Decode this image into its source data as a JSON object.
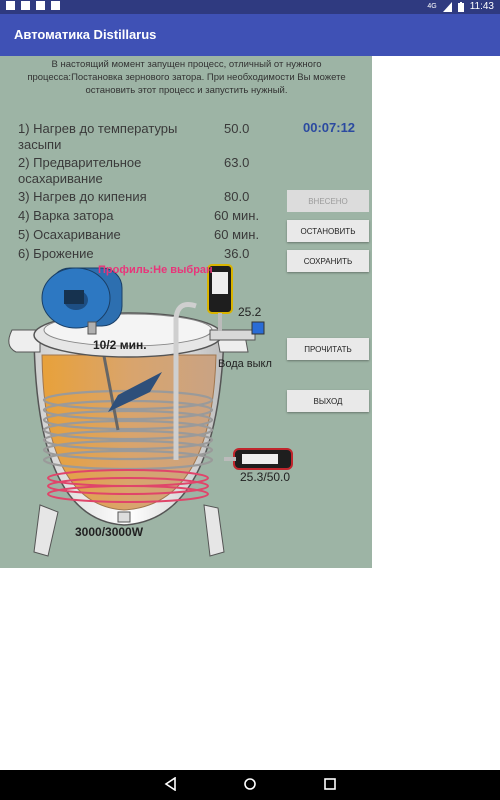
{
  "statusbar": {
    "time": "11:43",
    "network": "4G"
  },
  "appbar": {
    "title": "Автоматика Distillarus"
  },
  "message": "В настоящий момент запущен процесс, отличный от нужного процесса:Постановка зернового затора. При необходимости Вы можете остановить этот процесс и запустить нужный.",
  "timer": "00:07:12",
  "steps": [
    {
      "label": "1) Нагрев до температуры засыпи",
      "value": "50.0"
    },
    {
      "label": "2) Предварительное осахаривание",
      "value": "63.0"
    },
    {
      "label": "3) Нагрев до кипения",
      "value": "80.0"
    },
    {
      "label": "4) Варка затора",
      "value": "60 мин."
    },
    {
      "label": "5) Осахаривание",
      "value": "60 мин."
    },
    {
      "label": "6) Брожение",
      "value": "36.0"
    }
  ],
  "buttons": {
    "entered": "ВНЕСЕНО",
    "stop": "ОСТАНОВИТЬ",
    "save": "СОХРАНИТЬ",
    "read": "ПРОЧИТАТЬ",
    "exit": "ВЫХОД"
  },
  "vessel": {
    "profile": "Профиль:Не выбран",
    "mixer": "10/2 мин.",
    "temp_top": "25.2",
    "water": "Вода выкл",
    "temp_bottom": "25.3/50.0",
    "power": "3000/3000W"
  },
  "colors": {
    "appbar": "#3f51b5",
    "panel": "#9db4a5",
    "timer": "#2b4aa0",
    "profile": "#e8357a"
  }
}
